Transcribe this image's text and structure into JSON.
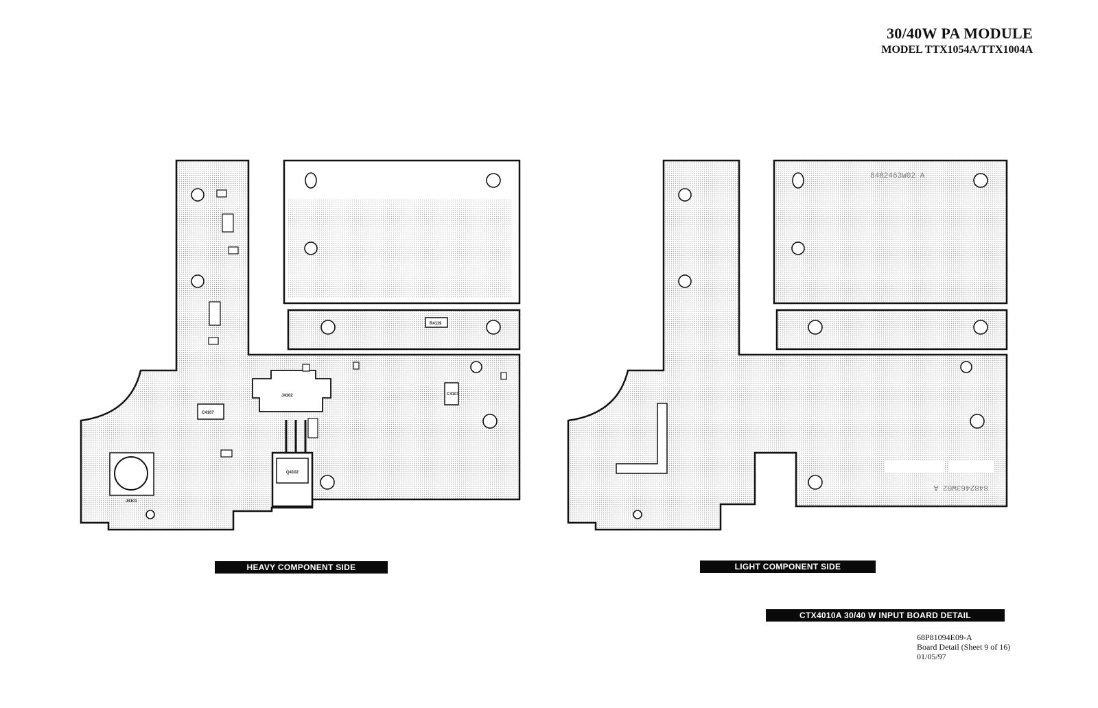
{
  "header": {
    "title": "30/40W PA MODULE",
    "model": "MODEL TTX1054A/TTX1004A"
  },
  "boards": {
    "heavy": {
      "caption": "HEAVY COMPONENT SIDE",
      "components": [
        "J4102",
        "Q4102",
        "C4101",
        "J4101",
        "R4119",
        "C4107"
      ]
    },
    "light": {
      "caption": "LIGHT COMPONENT SIDE",
      "silkscreen": "8482463W02  A"
    }
  },
  "footer": {
    "detail_bar": "CTX4010A  30/40 W  INPUT BOARD DETAIL",
    "doc_number": "68P81094E09-A",
    "sheet": "Board Detail (Sheet 9 of 16)",
    "date": "01/05/97"
  }
}
